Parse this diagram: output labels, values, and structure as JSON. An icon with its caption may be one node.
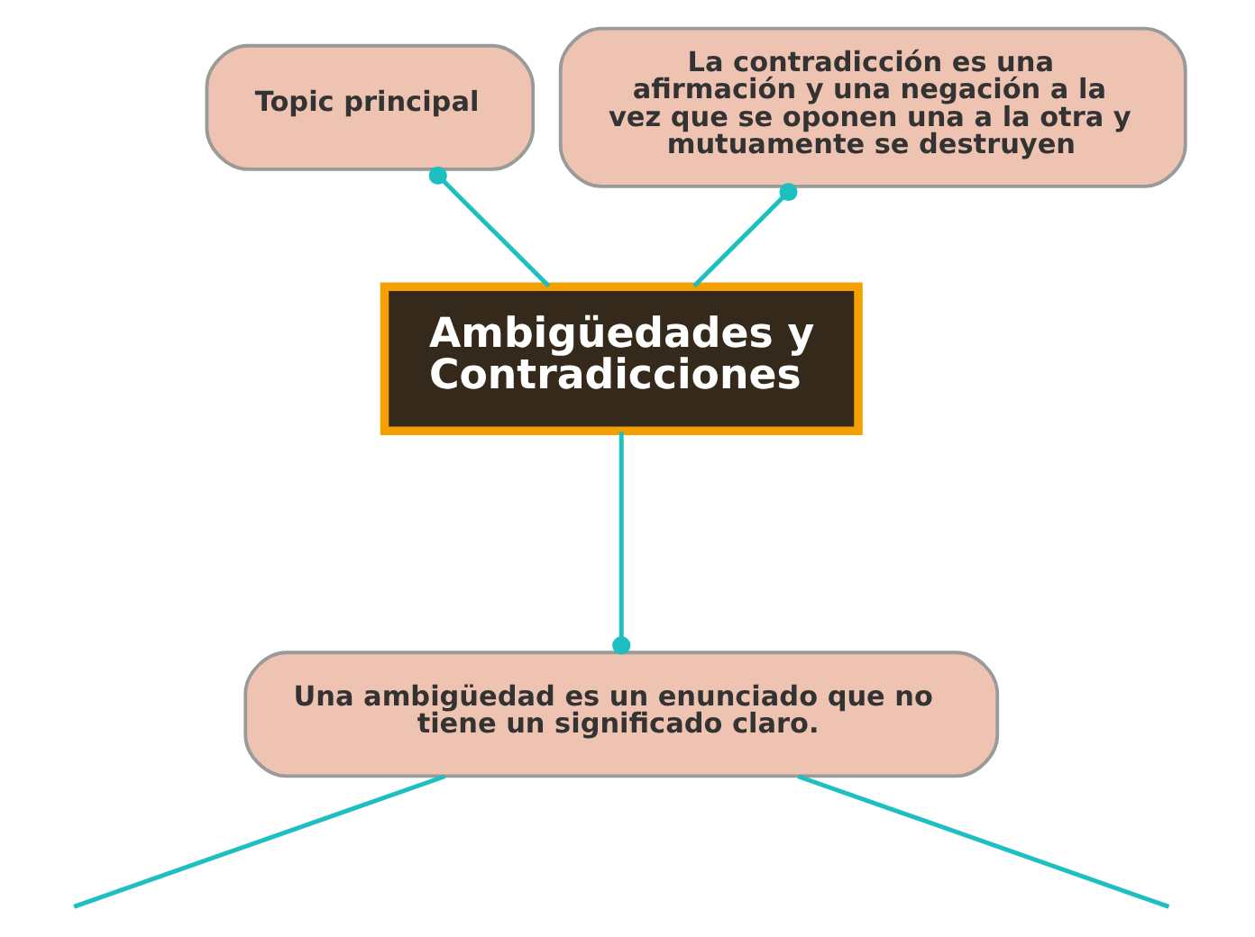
{
  "diagram": {
    "nodes": [
      {
        "text": [
          "Ambigüedades y Contradicciones"
        ]
      },
      {
        "text": [
          "Topic principal"
        ]
      },
      {
        "text": [
          "La contradicción es una afirmación y una negación a la vez que se oponen una a la otra y mutuamente se destruyen"
        ]
      },
      {
        "text": [
          "Una ambigüedad es un enunciado que no tiene un significado claro."
        ]
      }
    ],
    "edges": [
      {
        "from": 0,
        "to": 1,
        "arrow": "other"
      },
      {
        "from": 0,
        "to": 2,
        "arrow": "other"
      },
      {
        "from": 0,
        "to": 3,
        "arrow": "other"
      },
      {
        "from": 3,
        "to": null,
        "arrow": "none"
      },
      {
        "from": 3,
        "to": null,
        "arrow": "none"
      }
    ]
  }
}
